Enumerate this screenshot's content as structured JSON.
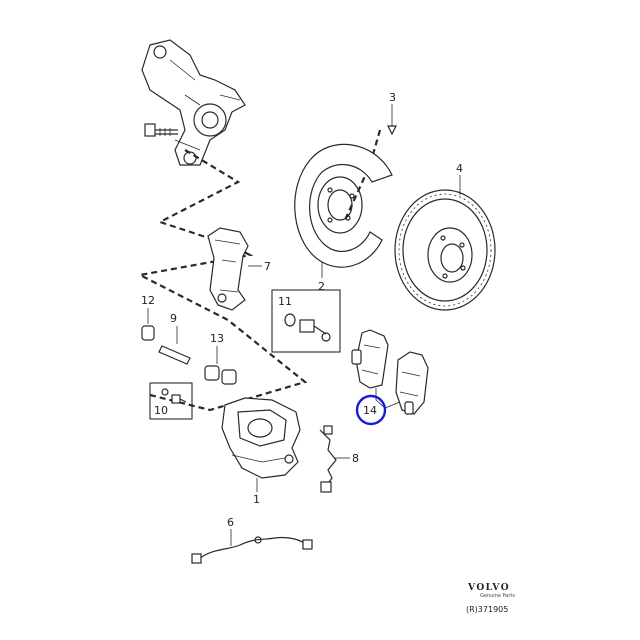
{
  "diagram": {
    "callouts": [
      {
        "id": "p1",
        "label": "1"
      },
      {
        "id": "p2",
        "label": "2"
      },
      {
        "id": "p3",
        "label": "3"
      },
      {
        "id": "p4",
        "label": "4"
      },
      {
        "id": "p6",
        "label": "6"
      },
      {
        "id": "p7",
        "label": "7"
      },
      {
        "id": "p8",
        "label": "8"
      },
      {
        "id": "p9",
        "label": "9"
      },
      {
        "id": "p10",
        "label": "10"
      },
      {
        "id": "p11",
        "label": "11"
      },
      {
        "id": "p12",
        "label": "12"
      },
      {
        "id": "p13",
        "label": "13"
      },
      {
        "id": "p14",
        "label": "14"
      }
    ],
    "highlight": {
      "part": "14",
      "color": "#1a1adb"
    },
    "colors": {
      "line": "#2a2a2a",
      "background": "#ffffff"
    }
  },
  "brand": {
    "name": "VOLVO",
    "subtitle": "Genuine Parts",
    "reference": "(R)371905"
  }
}
